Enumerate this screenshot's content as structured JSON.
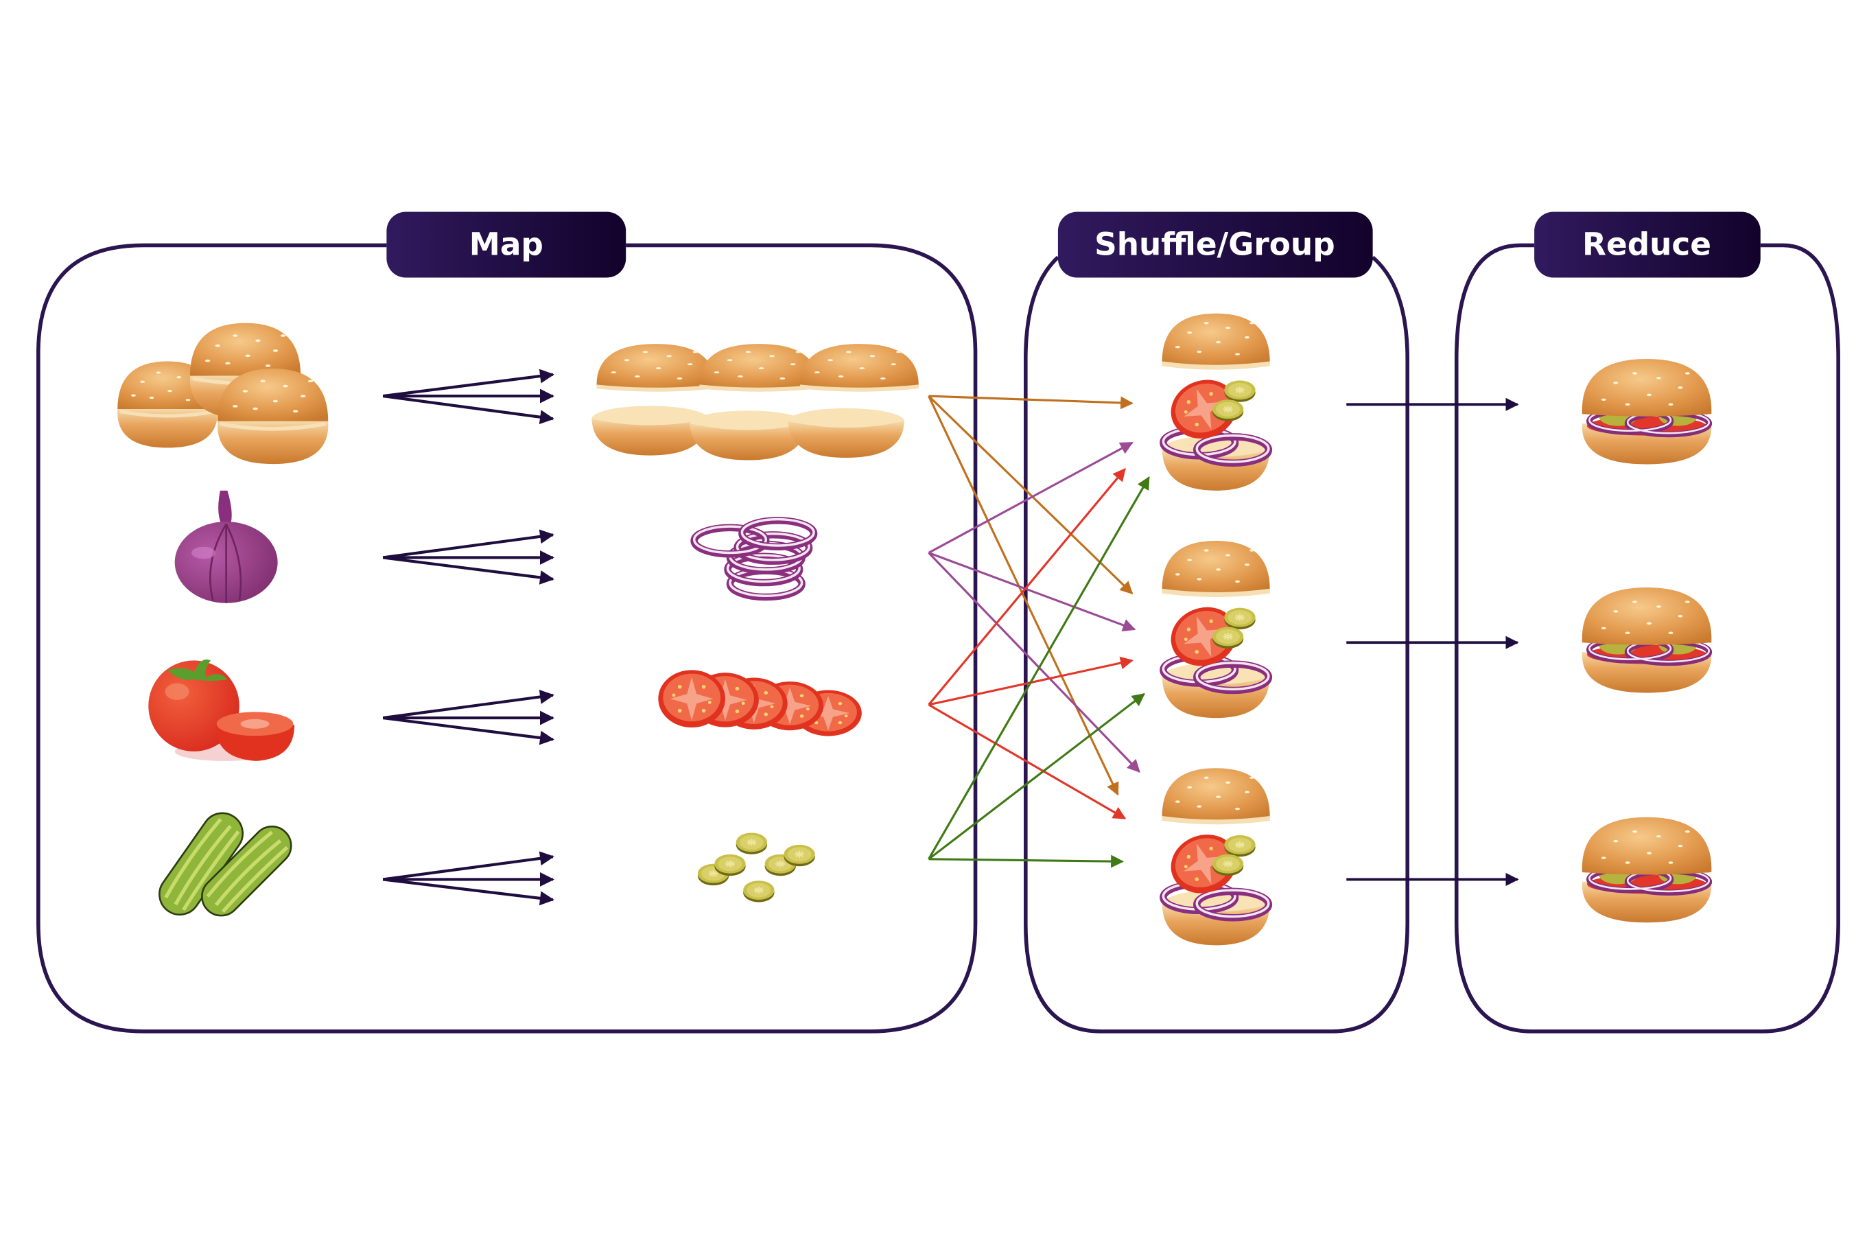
{
  "diagram": {
    "title": "MapReduce illustrated with burger ingredients",
    "stages": [
      {
        "id": "map",
        "label": "Map"
      },
      {
        "id": "shuffle",
        "label": "Shuffle/Group"
      },
      {
        "id": "reduce",
        "label": "Reduce"
      }
    ],
    "inputs": [
      {
        "id": "buns",
        "name": "Whole sesame buns",
        "icon": "bun-stack-icon"
      },
      {
        "id": "onion",
        "name": "Red onion",
        "icon": "onion-icon"
      },
      {
        "id": "tomato",
        "name": "Tomato",
        "icon": "tomato-icon"
      },
      {
        "id": "cucumber",
        "name": "Cucumbers",
        "icon": "cucumber-icon"
      }
    ],
    "mapped_outputs": [
      {
        "id": "buns",
        "name": "Sliced buns",
        "icon": "sliced-buns-icon",
        "arrow_color": "#c0701e"
      },
      {
        "id": "onion",
        "name": "Onion rings",
        "icon": "onion-rings-icon",
        "arrow_color": "#9b4a96"
      },
      {
        "id": "tomato",
        "name": "Tomato slices",
        "icon": "tomato-slices-icon",
        "arrow_color": "#e2362a"
      },
      {
        "id": "cucumber",
        "name": "Pickle slices",
        "icon": "pickle-slices-icon",
        "arrow_color": "#3f7a14"
      }
    ],
    "groups": [
      {
        "id": "group-1",
        "name": "Unassembled burger 1",
        "icon": "open-burger-icon"
      },
      {
        "id": "group-2",
        "name": "Unassembled burger 2",
        "icon": "open-burger-icon"
      },
      {
        "id": "group-3",
        "name": "Unassembled burger 3",
        "icon": "open-burger-icon"
      }
    ],
    "results": [
      {
        "id": "burger-1",
        "name": "Assembled burger 1",
        "icon": "burger-icon"
      },
      {
        "id": "burger-2",
        "name": "Assembled burger 2",
        "icon": "burger-icon"
      },
      {
        "id": "burger-3",
        "name": "Assembled burger 3",
        "icon": "burger-icon"
      }
    ],
    "colors": {
      "frame": "#2a1550",
      "label_bg_start": "#311a5e",
      "label_bg_end": "#12022b",
      "label_text": "#ffffff",
      "fan_arrow": "#1f0d40",
      "bun_arrow": "#c0701e",
      "onion_arrow": "#9b4a96",
      "tomato_arrow": "#e2362a",
      "pickle_arrow": "#3f7a14"
    },
    "shuffle_routes": [
      {
        "from": "buns",
        "to": [
          "group-1",
          "group-2",
          "group-3"
        ]
      },
      {
        "from": "onion",
        "to": [
          "group-1",
          "group-2",
          "group-3"
        ]
      },
      {
        "from": "tomato",
        "to": [
          "group-1",
          "group-2",
          "group-3"
        ]
      },
      {
        "from": "cucumber",
        "to": [
          "group-1",
          "group-2",
          "group-3"
        ]
      }
    ]
  }
}
